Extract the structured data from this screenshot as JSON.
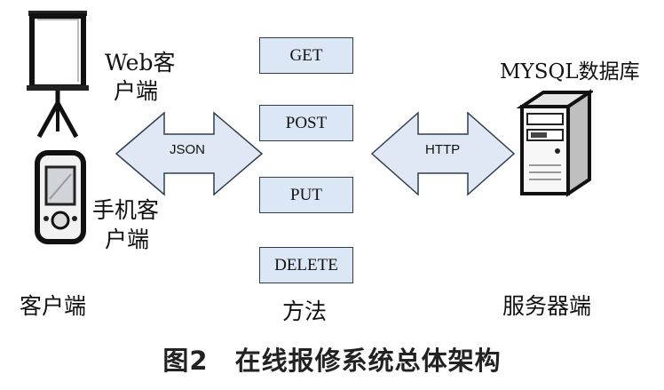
{
  "client": {
    "web_label_line1": "Web客",
    "web_label_line2": "户端",
    "mobile_label_line1": "手机客",
    "mobile_label_line2": "户端",
    "section_label": "客户端"
  },
  "methods": {
    "items": [
      "GET",
      "POST",
      "PUT",
      "DELETE"
    ],
    "section_label": "方法"
  },
  "server": {
    "db_label": "MYSQL数据库",
    "section_label": "服务器端"
  },
  "arrows": {
    "left_label": "JSON",
    "right_label": "HTTP"
  },
  "caption": "图2　在线报修系统总体架构",
  "colors": {
    "box_fill": "#dbe7f5",
    "arrow_fill": "#dfe8f4",
    "stroke": "#2f3d4f"
  }
}
